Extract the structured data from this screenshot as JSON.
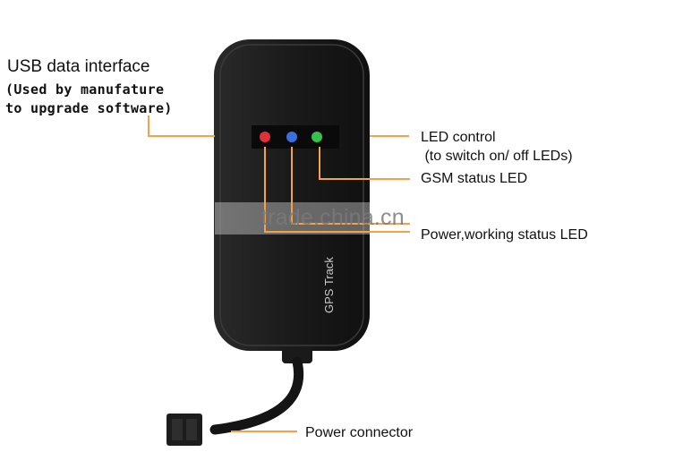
{
  "labels": {
    "usb_title": "USB data interface",
    "usb_line1": "(Used by manufature",
    "usb_line2": "to upgrade software)",
    "led_control_line1": "LED control",
    "led_control_line2": " (to switch on/ off LEDs)",
    "gsm_led": "GSM status LED",
    "power_led": "Power,working status LED",
    "power_connector": "Power connector"
  },
  "device_text": "GPS Track",
  "watermark": "trade.china.cn",
  "colors": {
    "leader_line": "#f2a347",
    "device_body": "#1d1d1d",
    "led_red": "#e0303a",
    "led_blue": "#3a6fe0",
    "led_green": "#34c24a"
  }
}
